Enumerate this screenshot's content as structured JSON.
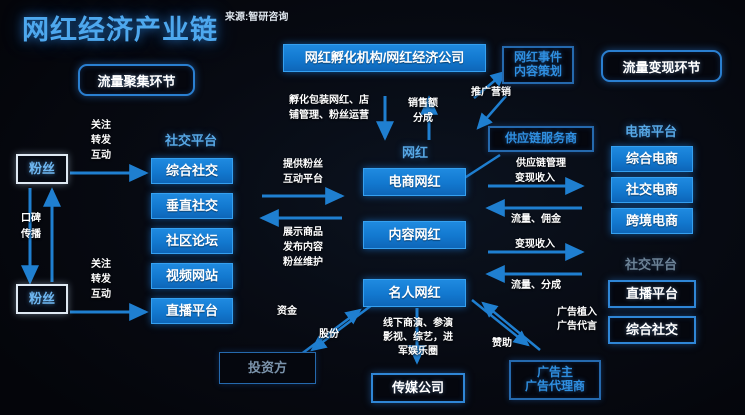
{
  "header": {
    "title": "网红经济产业链",
    "source": "来源:智研咨询",
    "left_section": "流量聚集环节",
    "right_section": "流量变现环节"
  },
  "colors": {
    "background": "#05060c",
    "accent_blue": "#1f8ae0",
    "title_blue": "#4ea8ee",
    "border_blue": "#2f86d6",
    "arrow_blue": "#1f7fd0",
    "text_white": "#ffffff",
    "muted_text": "#7b93ab"
  },
  "fans": {
    "top_label": "粉丝",
    "bottom_label": "粉丝",
    "word_of_mouth": "口碑\n传播",
    "word_of_mouth_line1": "口碑",
    "word_of_mouth_line2": "传播",
    "follow_top_l1": "关注",
    "follow_top_l2": "转发",
    "follow_top_l3": "互动",
    "follow_bottom_l1": "关注",
    "follow_bottom_l2": "转发",
    "follow_bottom_l3": "互动"
  },
  "social_platform": {
    "heading": "社交平台",
    "items": [
      {
        "label": "综合社交"
      },
      {
        "label": "垂直社交"
      },
      {
        "label": "社区论坛"
      },
      {
        "label": "视频网站"
      },
      {
        "label": "直播平台"
      }
    ]
  },
  "platform_to_influencer": {
    "forward_l1": "提供粉丝",
    "forward_l2": "互动平台",
    "back_l1": "展示商品",
    "back_l2": "发布内容",
    "back_l3": "粉丝维护"
  },
  "incubator": {
    "label": "网红孵化机构/网红经济公司",
    "service_l1": "孵化包装网红、店",
    "service_l2": "铺管理、粉丝运营",
    "revenue_l1": "销售额",
    "revenue_l2": "分成",
    "promotion": "推广营销"
  },
  "event_planning": {
    "line1": "网红事件",
    "line2": "内容策划"
  },
  "supply_chain": {
    "label": "供应链服务商",
    "management": "供应链管理"
  },
  "influencer": {
    "heading": "网红",
    "items": [
      {
        "label": "电商网红"
      },
      {
        "label": "内容网红"
      },
      {
        "label": "名人网红"
      }
    ]
  },
  "monetization": {
    "ecom_income": "变现收入",
    "ecom_back": "流量、佣金",
    "social_income": "变现收入",
    "social_back": "流量、分成"
  },
  "ecommerce_platform": {
    "heading": "电商平台",
    "items": [
      {
        "label": "综合电商"
      },
      {
        "label": "社交电商"
      },
      {
        "label": "跨境电商"
      }
    ]
  },
  "social_platform_right": {
    "heading": "社交平台",
    "items": [
      {
        "label": "直播平台"
      },
      {
        "label": "综合社交"
      }
    ]
  },
  "investor": {
    "label": "投资方",
    "funds": "资金",
    "shares": "股份"
  },
  "media": {
    "label": "传媒公司",
    "desc_l1": "线下商演、参演",
    "desc_l2": "影视、综艺，进",
    "desc_l3": "军娱乐圈"
  },
  "advertiser": {
    "line1": "广告主",
    "line2": "广告代理商",
    "placement_l1": "广告植入",
    "placement_l2": "广告代言",
    "sponsor": "赞助"
  }
}
